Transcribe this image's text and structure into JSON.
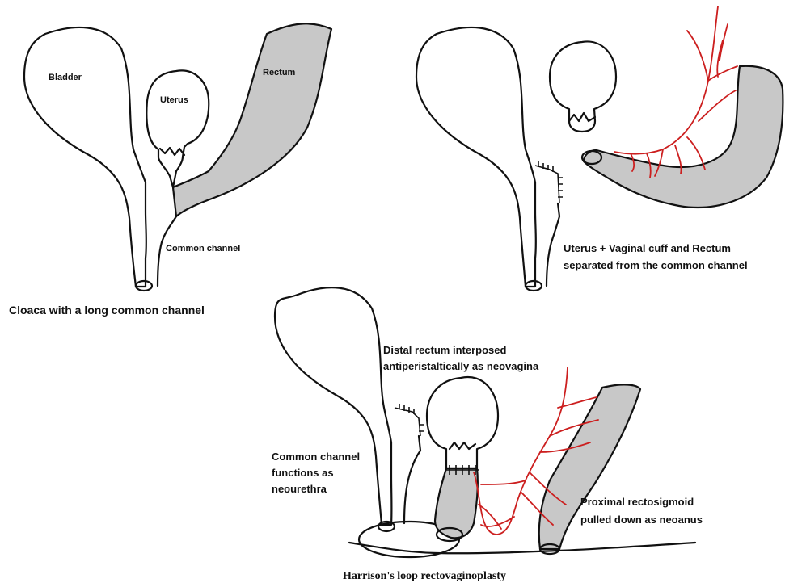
{
  "panel_a": {
    "bladder": "Bladder",
    "uterus": "Uterus",
    "rectum": "Rectum",
    "common_channel": "Common channel",
    "caption": "Cloaca with a long common channel"
  },
  "panel_b": {
    "caption_line1": "Uterus + Vaginal cuff and Rectum",
    "caption_line2": "separated from the common channel"
  },
  "panel_c": {
    "neovagina_line1": "Distal rectum interposed",
    "neovagina_line2": "antiperistaltically as neovagina",
    "neourethra_line1": "Common channel",
    "neourethra_line2": "functions as",
    "neourethra_line3": "neourethra",
    "neoanus_line1": "Proximal rectosigmoid",
    "neoanus_line2": "pulled down as neoanus",
    "caption": "Harrison's loop rectovaginoplasty"
  },
  "colors": {
    "ink": "#111111",
    "tissue_fill": "#c8c8c8",
    "vessel": "#cc1f1f",
    "background": "#ffffff"
  }
}
